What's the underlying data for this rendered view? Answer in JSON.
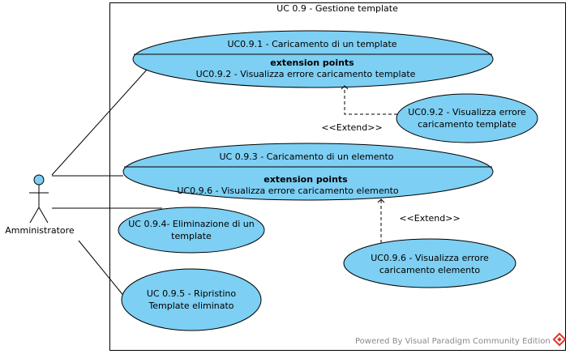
{
  "system": {
    "title": "UC 0.9 - Gestione template"
  },
  "actor": {
    "name": "Amministratore"
  },
  "use_cases": {
    "uc091": {
      "title": "UC0.9.1 - Caricamento di un template",
      "ext_heading": "extension points",
      "ext_point": "UC0.9.2 - Visualizza errore caricamento template"
    },
    "uc092": {
      "line1": "UC0.9.2 - Visualizza errore",
      "line2": "caricamento template"
    },
    "uc093": {
      "title": "UC 0.9.3 - Caricamento di un elemento",
      "ext_heading": "extension points",
      "ext_point": "UC0.9.6 - Visualizza errore caricamento elemento"
    },
    "uc094": {
      "line1": "UC 0.9.4- Eliminazione di un",
      "line2": "template"
    },
    "uc095": {
      "line1": "UC 0.9.5 - Ripristino",
      "line2": "Template eliminato"
    },
    "uc096": {
      "line1": "UC0.9.6 - Visualizza errore",
      "line2": "caricamento elemento"
    }
  },
  "relations": {
    "extend1": "<<Extend>>",
    "extend2": "<<Extend>>"
  },
  "watermark": {
    "text": "Powered By Visual Paradigm Community Edition"
  },
  "colors": {
    "usecase_fill": "#7dcff3",
    "stroke": "#000000",
    "watermark": "#8a8a8a",
    "logo_red": "#d9372c"
  }
}
